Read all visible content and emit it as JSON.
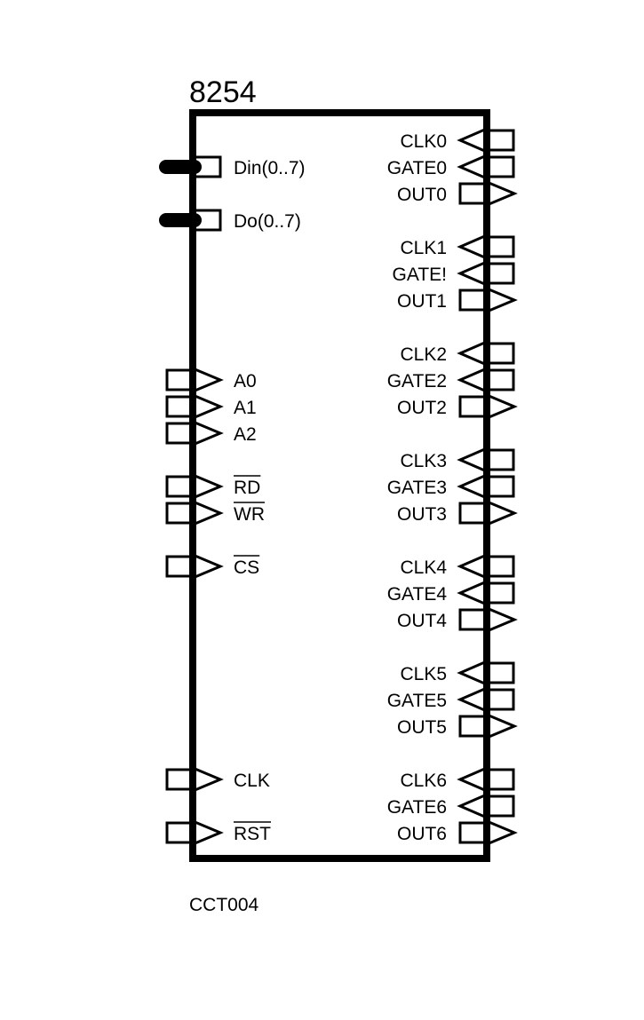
{
  "component": {
    "name": "8254",
    "reference": "CCT004"
  },
  "left_pins": [
    {
      "label": "Din(0..7)",
      "kind": "bus",
      "overline": false
    },
    {
      "label": "Do(0..7)",
      "kind": "bus",
      "overline": false
    },
    {
      "label": "A0",
      "kind": "input",
      "overline": false
    },
    {
      "label": "A1",
      "kind": "input",
      "overline": false
    },
    {
      "label": "A2",
      "kind": "input",
      "overline": false
    },
    {
      "label": "RD",
      "kind": "input",
      "overline": true
    },
    {
      "label": "WR",
      "kind": "input",
      "overline": true
    },
    {
      "label": "CS",
      "kind": "input",
      "overline": true
    },
    {
      "label": "CLK",
      "kind": "input",
      "overline": false
    },
    {
      "label": "RST",
      "kind": "input",
      "overline": true
    }
  ],
  "right_pins": [
    {
      "label": "CLK0",
      "kind": "input"
    },
    {
      "label": "GATE0",
      "kind": "input"
    },
    {
      "label": "OUT0",
      "kind": "output"
    },
    {
      "label": "CLK1",
      "kind": "input"
    },
    {
      "label": "GATE!",
      "kind": "input"
    },
    {
      "label": "OUT1",
      "kind": "output"
    },
    {
      "label": "CLK2",
      "kind": "input"
    },
    {
      "label": "GATE2",
      "kind": "input"
    },
    {
      "label": "OUT2",
      "kind": "output"
    },
    {
      "label": "CLK3",
      "kind": "input"
    },
    {
      "label": "GATE3",
      "kind": "input"
    },
    {
      "label": "OUT3",
      "kind": "output"
    },
    {
      "label": "CLK4",
      "kind": "input"
    },
    {
      "label": "GATE4",
      "kind": "input"
    },
    {
      "label": "OUT4",
      "kind": "output"
    },
    {
      "label": "CLK5",
      "kind": "input"
    },
    {
      "label": "GATE5",
      "kind": "input"
    },
    {
      "label": "OUT5",
      "kind": "output"
    },
    {
      "label": "CLK6",
      "kind": "input"
    },
    {
      "label": "GATE6",
      "kind": "input"
    },
    {
      "label": "OUT6",
      "kind": "output"
    }
  ],
  "colors": {
    "stroke": "#000000",
    "background": "#ffffff"
  }
}
